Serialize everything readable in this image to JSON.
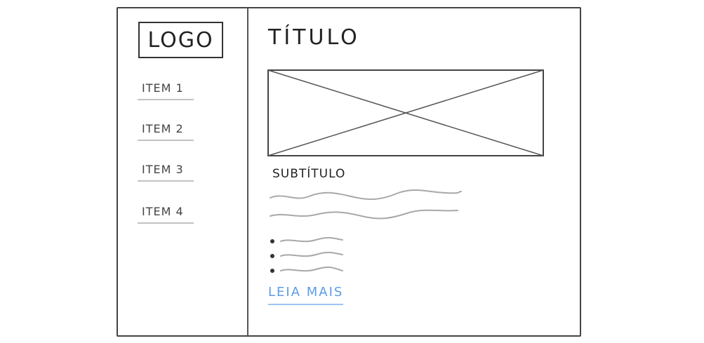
{
  "logo": {
    "label": "LOGO"
  },
  "nav": {
    "items": [
      {
        "label": "ITEM 1"
      },
      {
        "label": "ITEM 2"
      },
      {
        "label": "ITEM 3"
      },
      {
        "label": "ITEM 4"
      }
    ]
  },
  "main": {
    "title": "TÍTULO",
    "subtitle": "SUBTÍTULO",
    "read_more": "LEIA MAIS"
  },
  "colors": {
    "ink": "#333333",
    "link": "#5c9ce6",
    "scribble": "#a8a8a8"
  }
}
